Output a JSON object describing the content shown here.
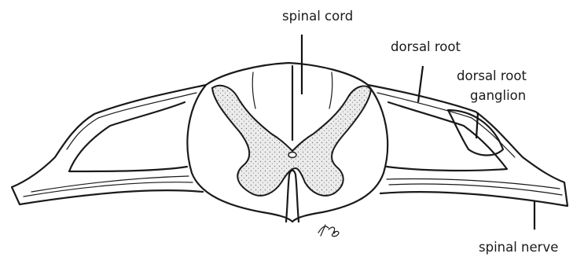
{
  "labels": {
    "spinal_cord": "spinal cord",
    "dorsal_root": "dorsal root",
    "dorsal_root_ganglion_line1": "dorsal root",
    "dorsal_root_ganglion_line2": "ganglion",
    "spinal_nerve": "spinal nerve"
  },
  "colors": {
    "ink": "#1a1a1a",
    "gray_matter_fill": "#e8e8e8",
    "background": "#ffffff"
  }
}
